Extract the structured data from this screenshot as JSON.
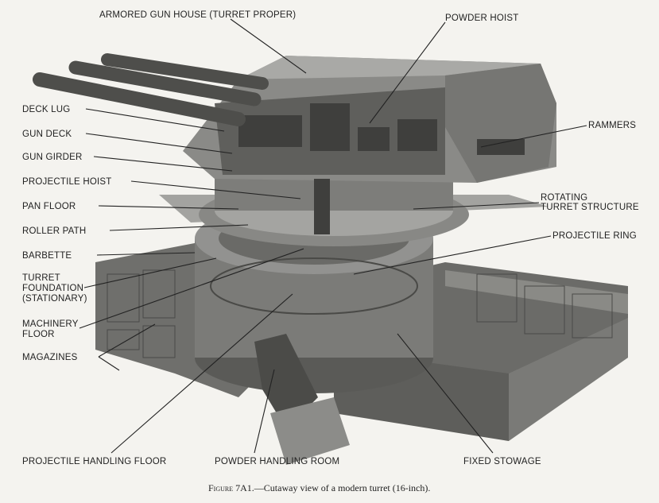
{
  "labels": {
    "armored_gun_house": "ARMORED GUN HOUSE (TURRET PROPER)",
    "powder_hoist": "POWDER HOIST",
    "deck_lug": "DECK LUG",
    "gun_deck": "GUN DECK",
    "gun_girder": "GUN GIRDER",
    "projectile_hoist": "PROJECTILE HOIST",
    "pan_floor": "PAN FLOOR",
    "roller_path": "ROLLER PATH",
    "barbette": "BARBETTE",
    "turret_foundation_1": "TURRET",
    "turret_foundation_2": "FOUNDATION",
    "turret_foundation_3": "(STATIONARY)",
    "machinery_floor_1": "MACHINERY",
    "machinery_floor_2": "FLOOR",
    "magazines": "MAGAZINES",
    "projectile_handling_floor": "PROJECTILE HANDLING FLOOR",
    "powder_handling_room": "POWDER HANDLING ROOM",
    "fixed_stowage": "FIXED STOWAGE",
    "rammers": "RAMMERS",
    "rotating_turret_structure_1": "ROTATING",
    "rotating_turret_structure_2": "TURRET STRUCTURE",
    "projectile_ring": "PROJECTILE RING"
  },
  "caption": {
    "figure": "Figure 7A1.",
    "text": "—Cutaway view of a modern turret (16-inch)."
  }
}
